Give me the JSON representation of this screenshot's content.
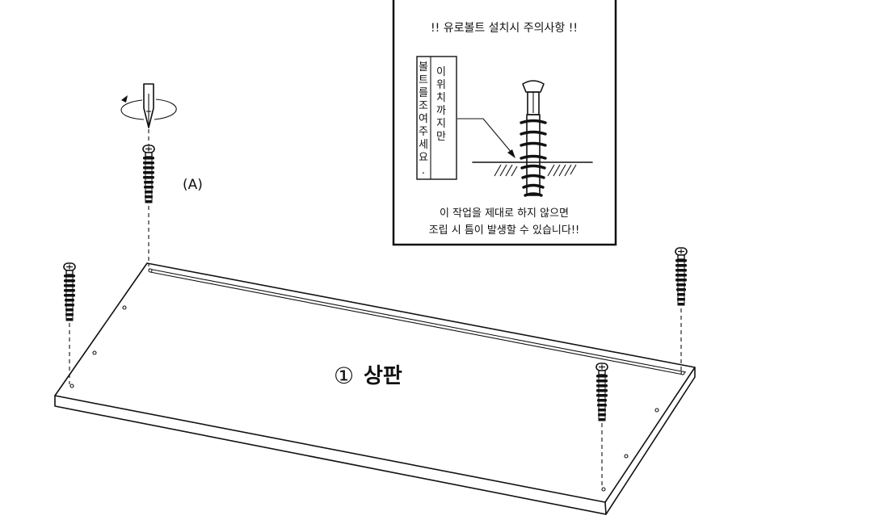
{
  "notice": {
    "title": "!! 유로볼트 설치시 주의사항 !!",
    "vertical_label_left": [
      "볼",
      "트",
      "를",
      "조",
      "여",
      "주",
      "세",
      "요",
      "."
    ],
    "vertical_label_right": [
      "이",
      "위",
      "치",
      "까",
      "지",
      "만"
    ],
    "footer_line_1": "이 작업을 제대로 하지 않으면",
    "footer_line_2": "조립 시 틈이 발생할 수 있습니다!!"
  },
  "callouts": {
    "bolt_label": "(A)",
    "panel_number": "①",
    "panel_name": "상판"
  },
  "icons": [
    "screwdriver-icon",
    "rotation-arrow-icon",
    "euro-bolt-icon"
  ]
}
